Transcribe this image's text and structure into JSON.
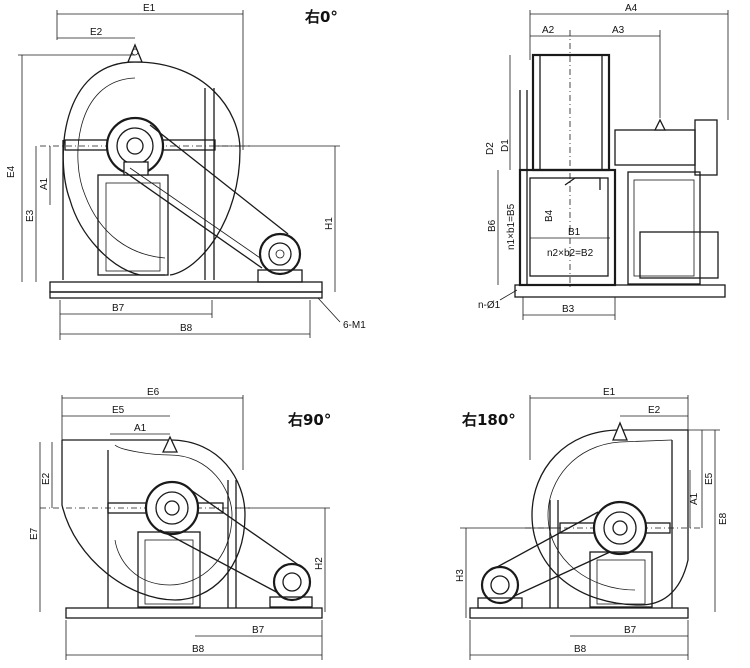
{
  "views": {
    "right0": {
      "title": "右0°",
      "labels": {
        "E1": "E1",
        "E2": "E2",
        "E4": "E4",
        "A1": "A1",
        "E3": "E3",
        "H1": "H1",
        "B7": "B7",
        "B8": "B8",
        "M1": "6-M1"
      }
    },
    "side": {
      "labels": {
        "A4": "A4",
        "A2": "A2",
        "A3": "A3",
        "D2": "D2",
        "D1": "D1",
        "B6": "B6",
        "n1b1": "n1×b1=B5",
        "B4": "B4",
        "B1": "B1",
        "n2b2": "n2×b2=B2",
        "B3": "B3",
        "nphi": "n-Ø1"
      }
    },
    "right90": {
      "title": "右90°",
      "labels": {
        "E6": "E6",
        "E5": "E5",
        "A1": "A1",
        "E2": "E2",
        "E7": "E7",
        "H2": "H2",
        "B7": "B7",
        "B8": "B8"
      }
    },
    "right180": {
      "title": "右180°",
      "labels": {
        "E1": "E1",
        "E2": "E2",
        "A1": "A1",
        "E5": "E5",
        "E8": "E8",
        "H3": "H3",
        "B7": "B7",
        "B8": "B8"
      }
    }
  }
}
